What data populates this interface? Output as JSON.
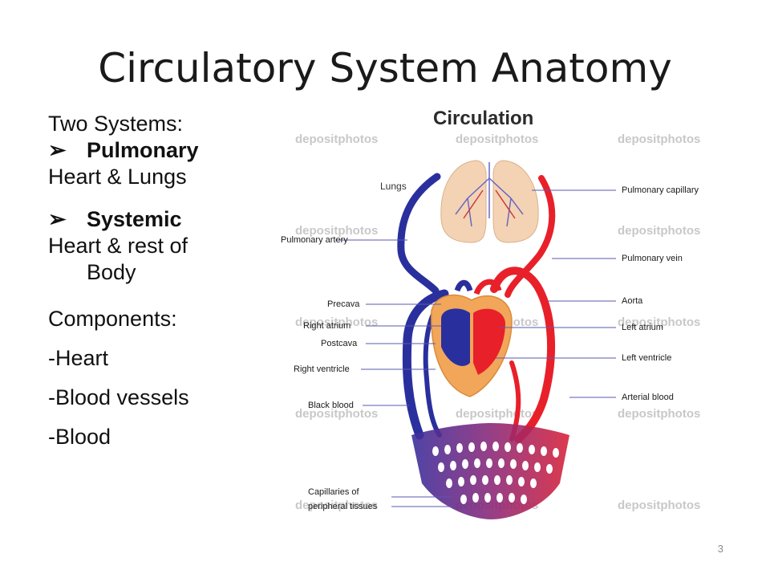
{
  "slide": {
    "title": "Circulatory System Anatomy",
    "page_number": "3"
  },
  "content": {
    "intro": "Two Systems:",
    "pulmonary": {
      "title": "Pulmonary",
      "desc": "Heart & Lungs"
    },
    "systemic": {
      "title": "Systemic",
      "desc_line1": "Heart & rest of",
      "desc_line2": "Body"
    },
    "components_heading": "Components:",
    "components": [
      "-Heart",
      "-Blood vessels",
      "-Blood"
    ]
  },
  "diagram": {
    "title": "Circulation",
    "lungs_label": "Lungs",
    "labels": {
      "pulmonary_artery": "Pulmonary artery",
      "precava": "Precava",
      "right_atrium": "Right atrium",
      "postcava": "Postcava",
      "right_ventricle": "Right ventricle",
      "black_blood": "Black blood",
      "capillaries_line1": "Capillaries of",
      "capillaries_line2": "peripheral tissues",
      "pulmonary_capillary": "Pulmonary capillary",
      "pulmonary_vein": "Pulmonary vein",
      "aorta": "Aorta",
      "left_atrium": "Left atrium",
      "left_ventricle": "Left ventricle",
      "arterial_blood": "Arterial blood"
    },
    "watermark": "depositphotos",
    "colors": {
      "venous": "#2a2f9e",
      "arterial": "#e8202a",
      "lungs": "#f4d3b4",
      "heart_tissue": "#f2a65a"
    }
  }
}
